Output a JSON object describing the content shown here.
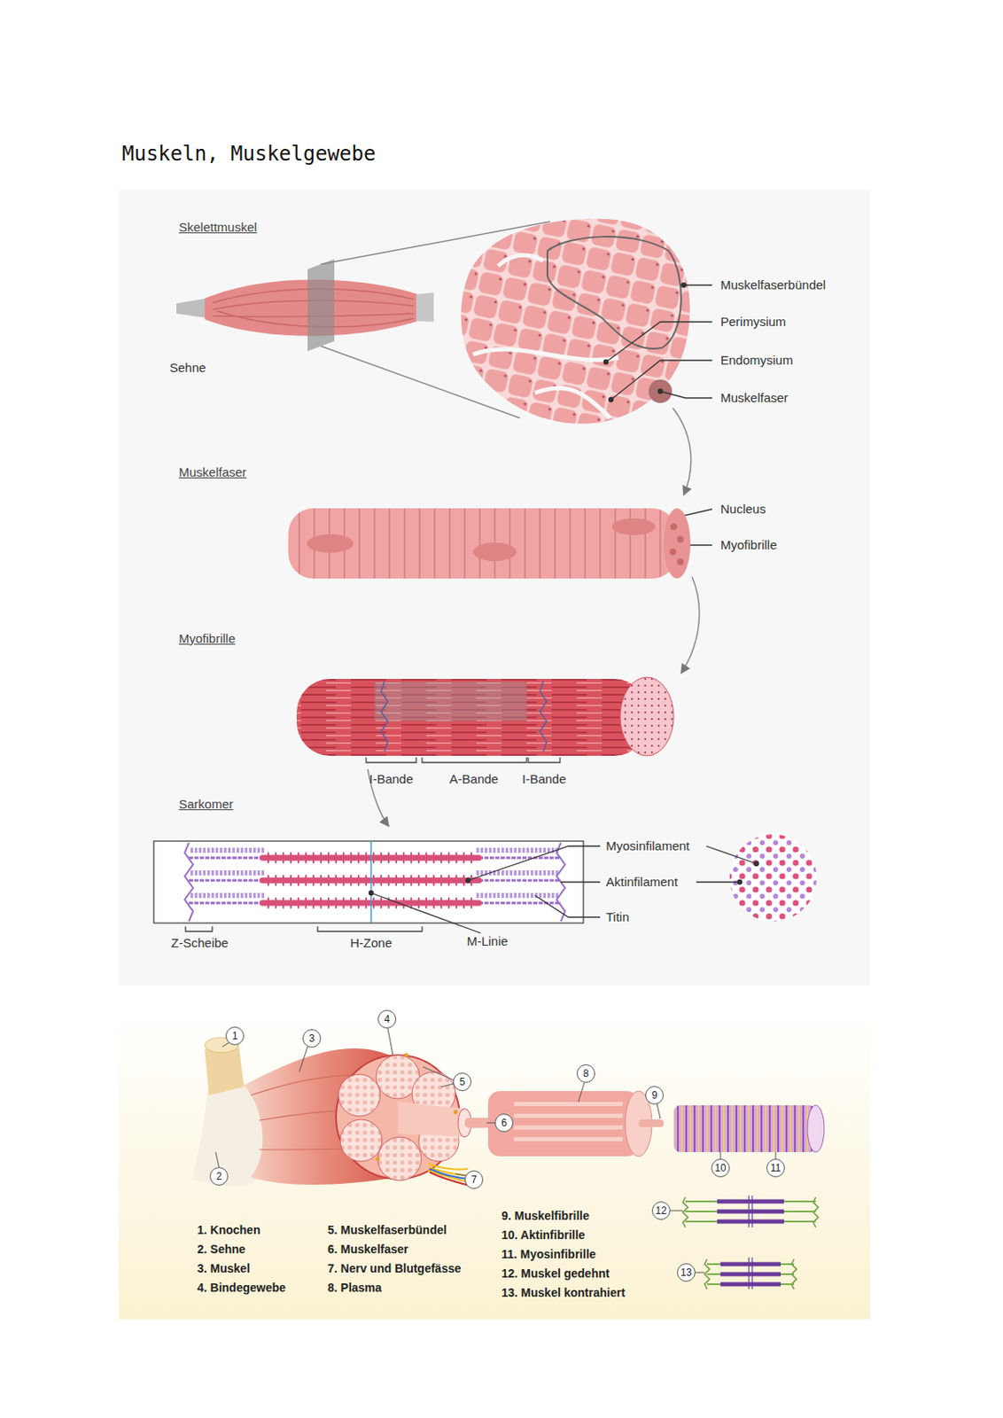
{
  "diagram": {
    "title": "Muskeln, Muskelgewebe",
    "nodes": [
      {
        "text": [
          "1"
        ]
      },
      {
        "text": [
          "2"
        ]
      },
      {
        "text": [
          "3"
        ]
      },
      {
        "text": [
          "4"
        ]
      },
      {
        "text": [
          "5"
        ]
      },
      {
        "text": [
          "6"
        ]
      },
      {
        "text": [
          "7"
        ]
      },
      {
        "text": [
          "8"
        ]
      },
      {
        "text": [
          "9"
        ]
      },
      {
        "text": [
          "10"
        ]
      },
      {
        "text": [
          "11"
        ]
      },
      {
        "text": [
          "12"
        ]
      },
      {
        "text": [
          "13"
        ]
      }
    ],
    "labels": [
      "Skelettmuskel",
      "Sehne",
      "Muskelfaserbündel",
      "Perimysium",
      "Endomysium",
      "Muskelfaser",
      "Muskelfaser",
      "Nucleus",
      "Myofibrille",
      "Myofibrille",
      "I-Bande",
      "A-Bande",
      "I-Bande",
      "Sarkomer",
      "Myosinfilament",
      "Aktinfilament",
      "Titin",
      "Z-Scheibe",
      "H-Zone",
      "M-Linie",
      "1. Knochen",
      "2. Sehne",
      "3. Muskel",
      "4. Bindegewebe",
      "5. Muskelfaserbündel",
      "6. Muskelfaser",
      "7. Nerv und Blutgefässe",
      "8. Plasma",
      "9. Muskelfibrille",
      "10. Aktinfibrille",
      "11. Myosinfibrille",
      "12. Muskel gedehnt",
      "13. Muskel kontrahiert"
    ]
  }
}
